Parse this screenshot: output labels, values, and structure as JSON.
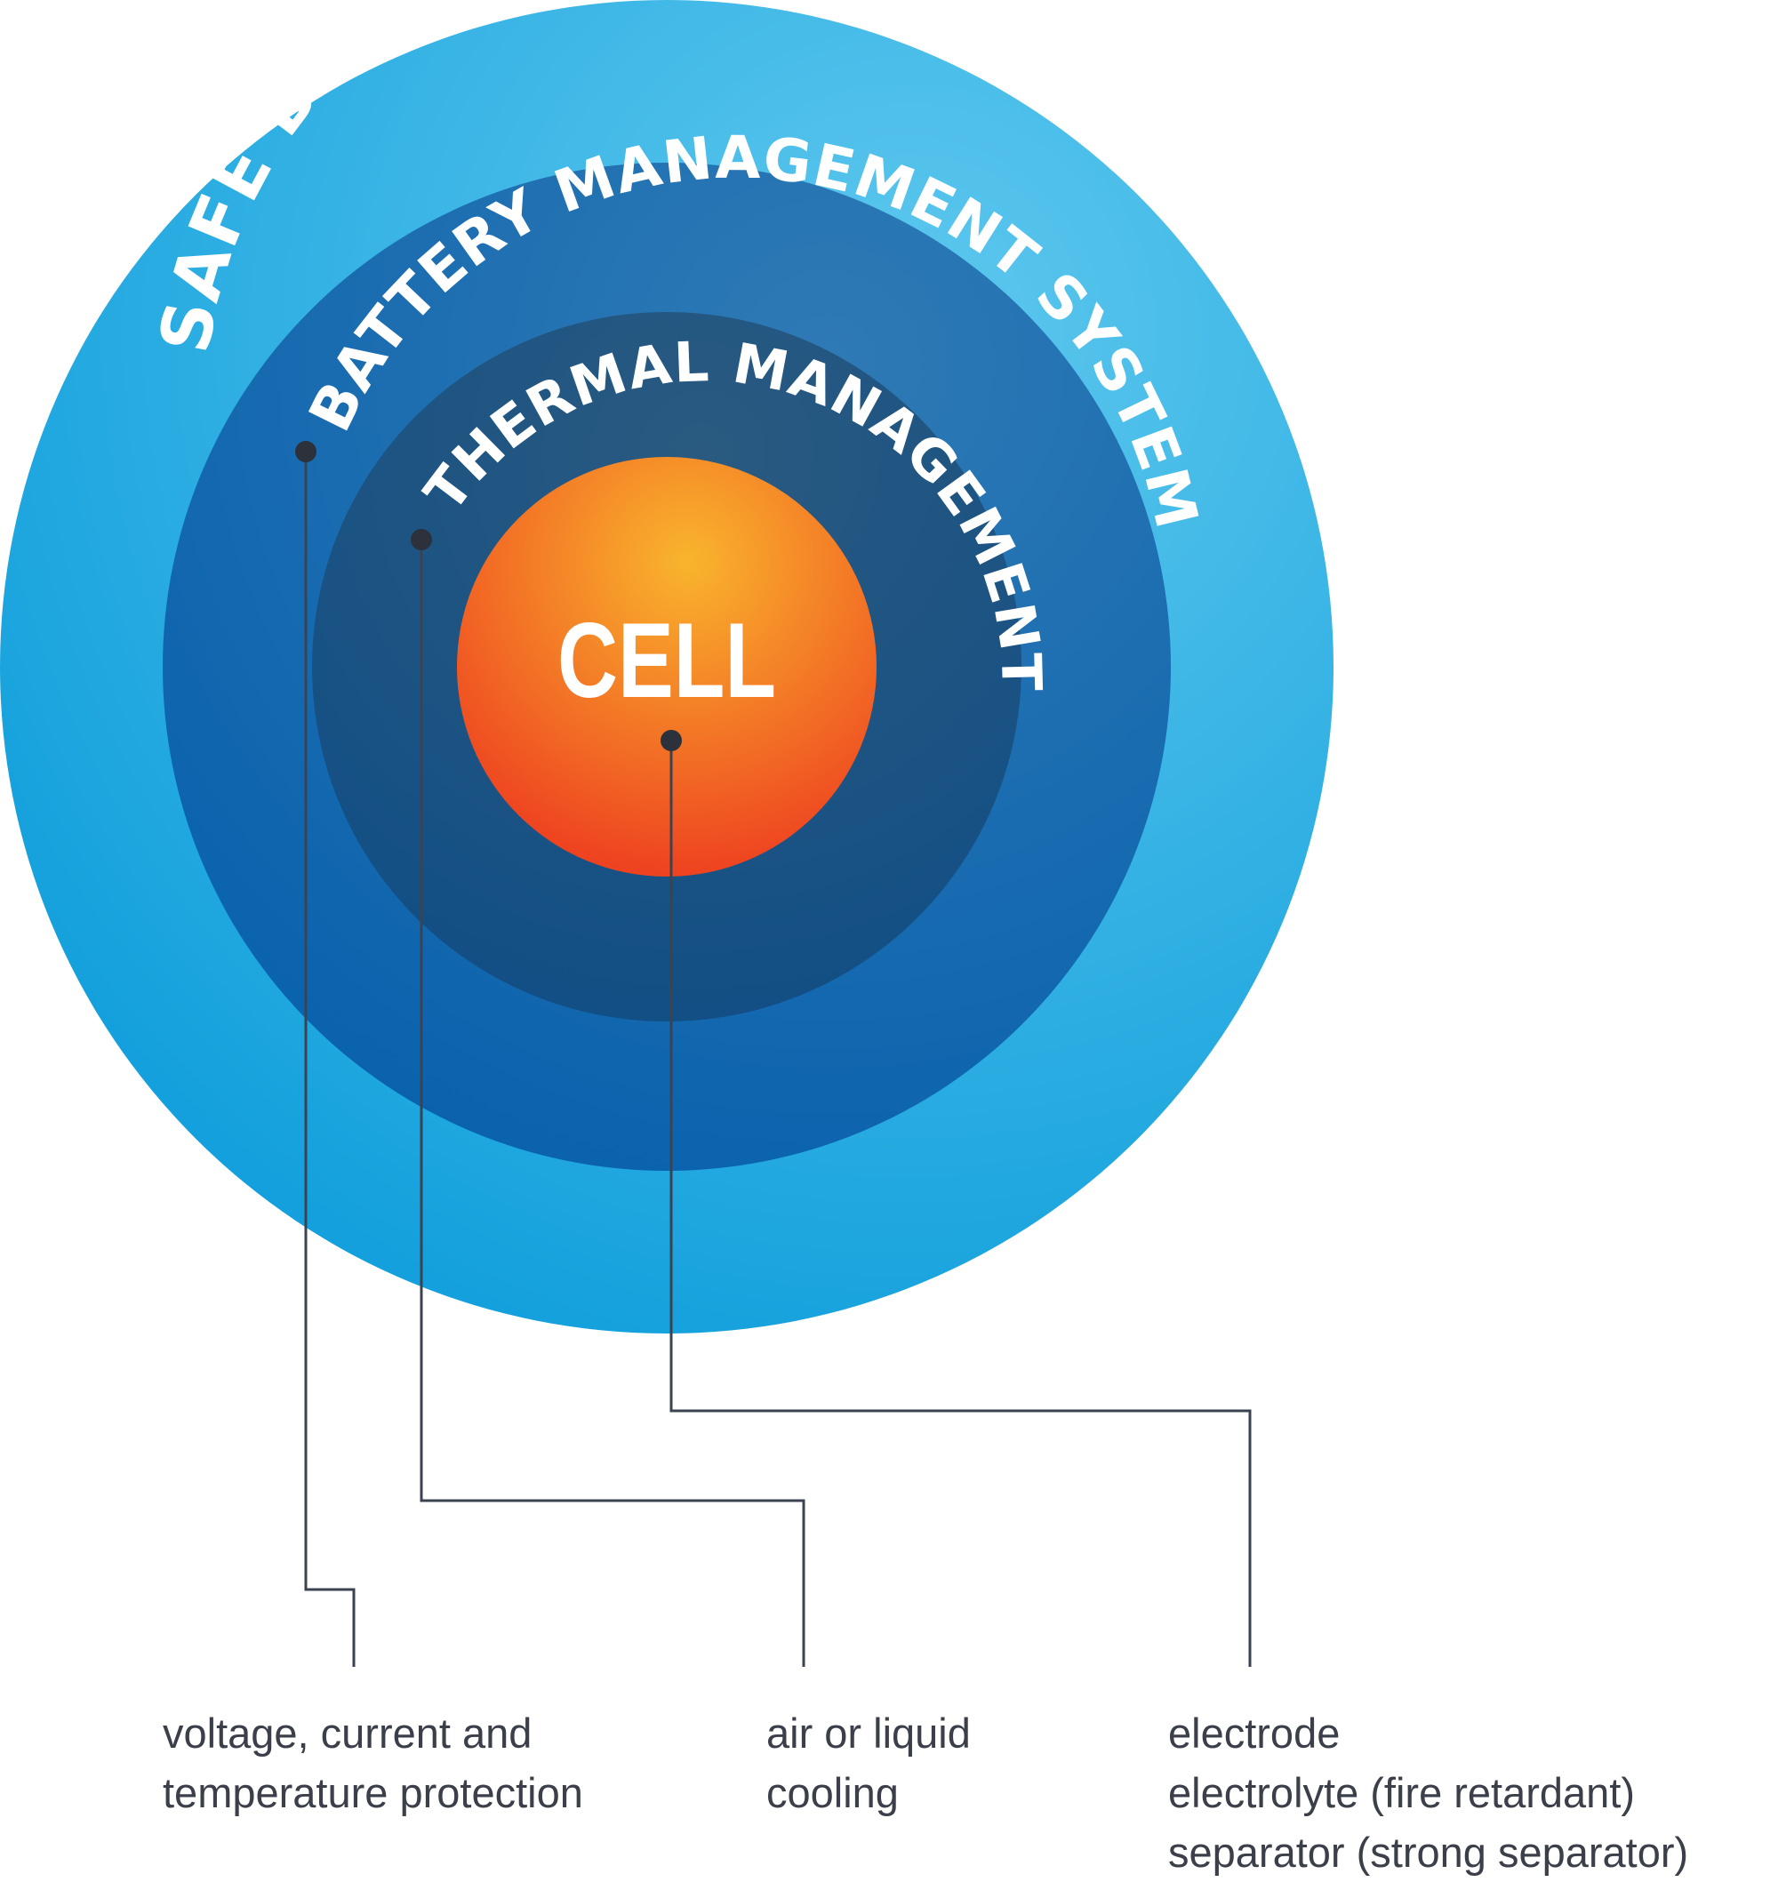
{
  "rings": {
    "outer": {
      "label": "SAFE BATTERY PACK",
      "color_center": "#5ec8ee",
      "color_edge": "#13a0dc"
    },
    "bms": {
      "label": "BATTERY MANAGEMENT SYSTEM",
      "color_center": "#2f7ab5",
      "color_edge": "#0a62ad"
    },
    "thermal": {
      "label": "THERMAL MANAGEMENT",
      "color_center": "#2a5a80",
      "color_edge": "#114e85"
    },
    "cell": {
      "label": "CELL",
      "color_center": "#f9b52d",
      "color_edge": "#ee4220"
    }
  },
  "captions": {
    "bms": {
      "lines": [
        "voltage, current and",
        "temperature protection"
      ]
    },
    "thermal": {
      "lines": [
        "air or liquid",
        "cooling"
      ]
    },
    "cell": {
      "lines": [
        "electrode",
        "electrolyte (fire retardant)",
        "separator (strong separator)"
      ]
    }
  },
  "colors": {
    "leader": "#3c4350",
    "text": "#3b3f4a"
  }
}
